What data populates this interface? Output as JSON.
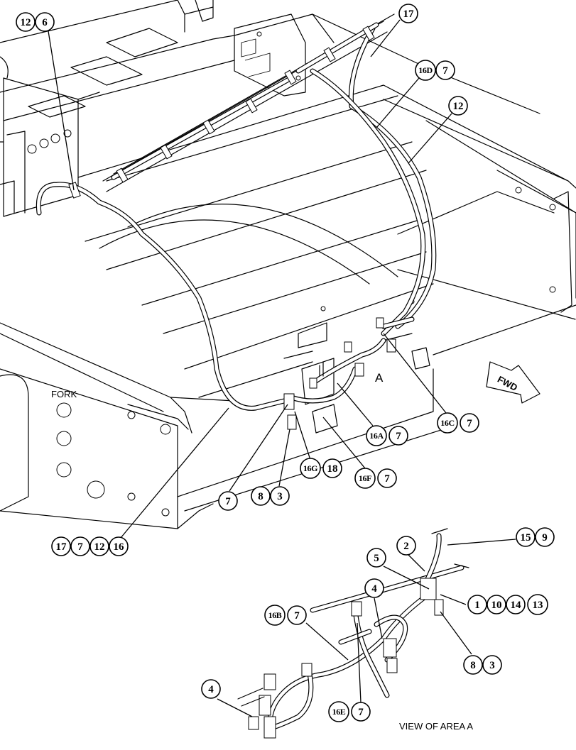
{
  "labels": {
    "fork": "FORK",
    "fwd": "FWD",
    "area_letter": "A",
    "view_caption": "VIEW OF AREA  A"
  },
  "callouts": [
    {
      "id": "c-12-6",
      "items": [
        "12",
        "6"
      ]
    },
    {
      "id": "c-17-top",
      "items": [
        "17"
      ]
    },
    {
      "id": "c-16d-7",
      "items": [
        "16D",
        "7"
      ]
    },
    {
      "id": "c-12-right",
      "items": [
        "12"
      ]
    },
    {
      "id": "c-16c-7",
      "items": [
        "16C",
        "7"
      ]
    },
    {
      "id": "c-16a-7",
      "items": [
        "16A",
        "7"
      ]
    },
    {
      "id": "c-16g-18",
      "items": [
        "16G",
        "18"
      ]
    },
    {
      "id": "c-16f-7",
      "items": [
        "16F",
        "7"
      ]
    },
    {
      "id": "c-7",
      "items": [
        "7"
      ]
    },
    {
      "id": "c-8-3-top",
      "items": [
        "8",
        "3"
      ]
    },
    {
      "id": "c-17-7-12-16",
      "items": [
        "17",
        "7",
        "12",
        "16"
      ]
    },
    {
      "id": "c-15-9",
      "items": [
        "15",
        "9"
      ]
    },
    {
      "id": "c-2",
      "items": [
        "2"
      ]
    },
    {
      "id": "c-5",
      "items": [
        "5"
      ]
    },
    {
      "id": "c-1-10-14-13",
      "items": [
        "1",
        "10",
        "14",
        "13"
      ]
    },
    {
      "id": "c-4-mid",
      "items": [
        "4"
      ]
    },
    {
      "id": "c-16b-7",
      "items": [
        "16B",
        "7"
      ]
    },
    {
      "id": "c-8-3-bottom",
      "items": [
        "8",
        "3"
      ]
    },
    {
      "id": "c-4-bottom",
      "items": [
        "4"
      ]
    },
    {
      "id": "c-16e-7",
      "items": [
        "16E",
        "7"
      ]
    }
  ]
}
